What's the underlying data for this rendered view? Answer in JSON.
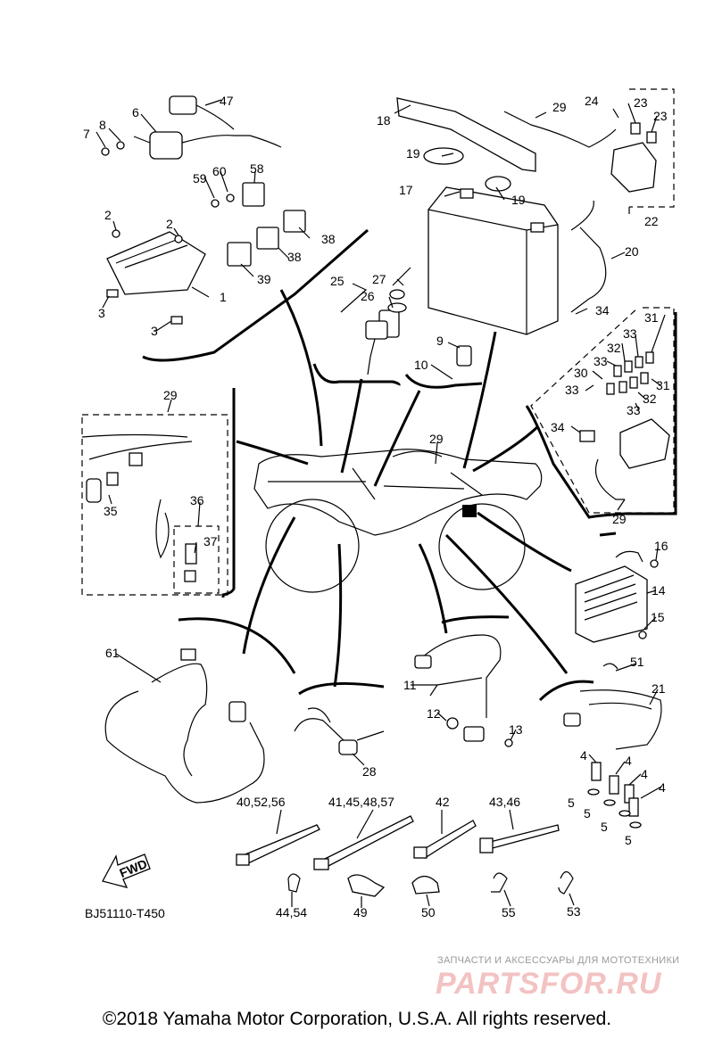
{
  "diagram_code": "BJ51110-T450",
  "fwd_arrow": "FWD",
  "watermark": {
    "tagline": "ЗАПЧАСТИ И АКСЕССУАРЫ ДЛЯ МОТОТЕХНИКИ",
    "logo": "PARTSFOR.RU"
  },
  "copyright": "©2018 Yamaha Motor Corporation, U.S.A. All rights reserved.",
  "callouts": {
    "c1": "1",
    "c2a": "2",
    "c2b": "2",
    "c3a": "3",
    "c3b": "3",
    "c4a": "4",
    "c4b": "4",
    "c4c": "4",
    "c4d": "4",
    "c5a": "5",
    "c5b": "5",
    "c5c": "5",
    "c5d": "5",
    "c6": "6",
    "c7": "7",
    "c8": "8",
    "c9": "9",
    "c10": "10",
    "c11": "11",
    "c12": "12",
    "c13": "13",
    "c14": "14",
    "c15": "15",
    "c16": "16",
    "c17": "17",
    "c18": "18",
    "c19a": "19",
    "c19b": "19",
    "c20": "20",
    "c21": "21",
    "c22": "22",
    "c23a": "23",
    "c23b": "23",
    "c24": "24",
    "c25": "25",
    "c26": "26",
    "c27": "27",
    "c28": "28",
    "c29a": "29",
    "c29b": "29",
    "c29c": "29",
    "c29d": "29",
    "c30": "30",
    "c31a": "31",
    "c31b": "31",
    "c32a": "32",
    "c32b": "32",
    "c33a": "33",
    "c33b": "33",
    "c33c": "33",
    "c33d": "33",
    "c34a": "34",
    "c34b": "34",
    "c35": "35",
    "c36": "36",
    "c37": "37",
    "c38a": "38",
    "c38b": "38",
    "c39": "39",
    "c47": "47",
    "c51": "51",
    "c53": "53",
    "c55": "55",
    "c58": "58",
    "c59": "59",
    "c60": "60",
    "c61": "61",
    "c40": "40,52,56",
    "c41": "41,45,48,57",
    "c42": "42",
    "c43": "43,46",
    "c44": "44,54",
    "c49": "49",
    "c50": "50"
  }
}
